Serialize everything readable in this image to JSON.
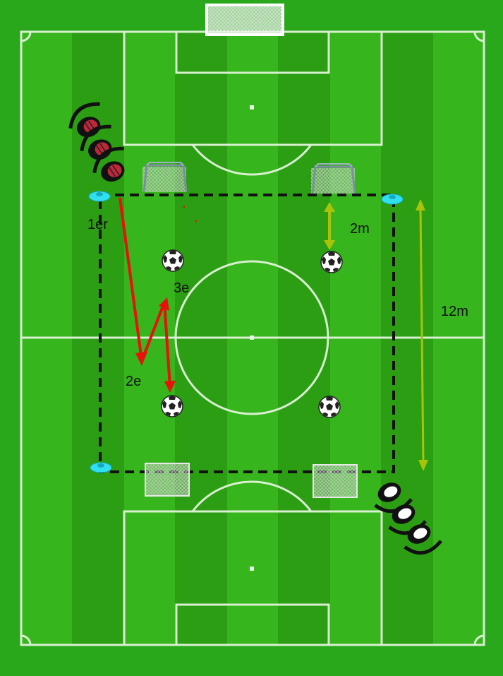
{
  "colors": {
    "grass_light": "#33b31a",
    "grass_dark": "#2a9e12",
    "line": "#d8efd0",
    "dashed_line": "#111111",
    "run_arrow": "#e8110b",
    "measure_arrow": "#a8c40a",
    "cone": "#30e0f0",
    "team_red": "#c0283a",
    "team_white": "#ffffff"
  },
  "labels": {
    "first": "1er",
    "second": "2e",
    "third": "3e",
    "dist_small": "2m",
    "dist_large": "12m"
  },
  "icons": {
    "ball": "soccer-ball-icon",
    "cone": "cone-icon",
    "mini_goal": "mini-goal-icon",
    "big_goal": "goal-icon",
    "player_red": "player-red-icon",
    "player_white": "player-white-icon"
  }
}
